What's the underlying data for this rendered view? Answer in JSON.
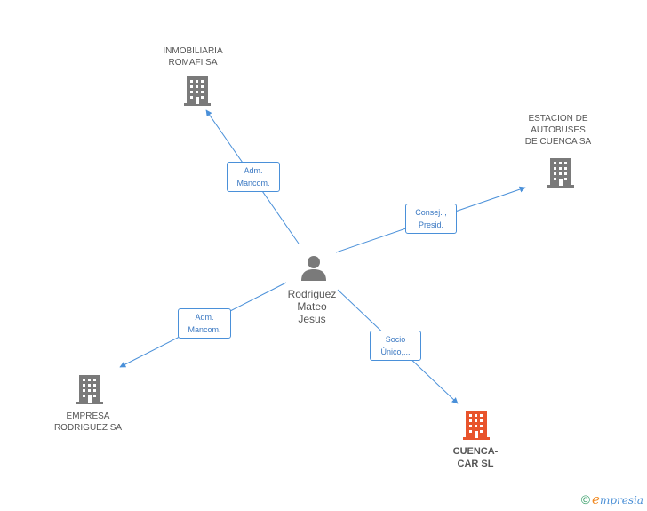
{
  "colors": {
    "edge": "#4a90d9",
    "building": "#7a7a7a",
    "focus_building": "#e8542c",
    "person": "#7a7a7a"
  },
  "nodes": {
    "inmobiliaria": {
      "line1": "INMOBILIARIA",
      "line2": "ROMAFI SA",
      "icon": "building-icon"
    },
    "estacion": {
      "line1": "ESTACION DE",
      "line2": "AUTOBUSES",
      "line3": "DE CUENCA SA",
      "icon": "building-icon"
    },
    "empresa": {
      "line1": "EMPRESA",
      "line2": "RODRIGUEZ SA",
      "icon": "building-icon"
    },
    "cuenca": {
      "line1": "CUENCA-",
      "line2": "CAR SL",
      "icon": "building-icon"
    },
    "person": {
      "line1": "Rodriguez",
      "line2": "Mateo",
      "line3": "Jesus",
      "icon": "person-icon"
    }
  },
  "edges": {
    "to_inmobiliaria": {
      "line1": "Adm.",
      "line2": "Mancom."
    },
    "to_estacion": {
      "line1": "Consej. ,",
      "line2": "Presid."
    },
    "to_empresa": {
      "line1": "Adm.",
      "line2": "Mancom."
    },
    "to_cuenca": {
      "line1": "Socio",
      "line2": "Único,..."
    }
  },
  "footer": {
    "copyright": "©",
    "brand_first": "e",
    "brand_rest": "mpresia"
  }
}
